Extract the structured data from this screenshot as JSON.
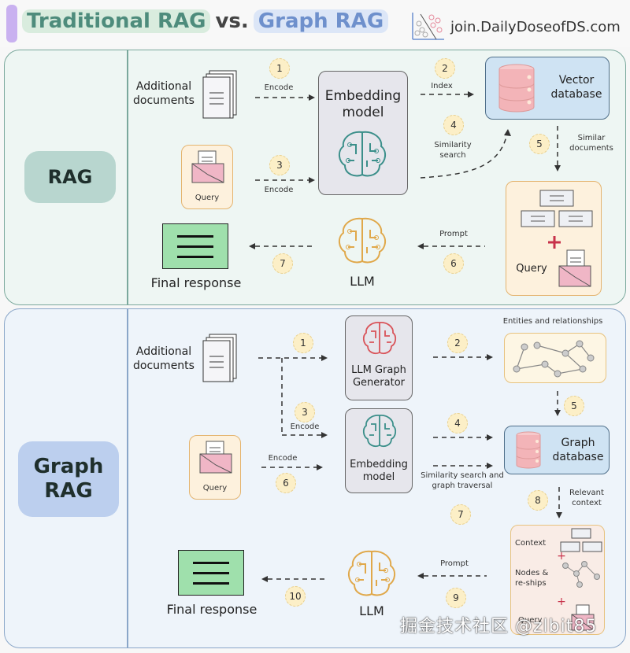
{
  "header": {
    "title_part1": "Traditional RAG",
    "title_vs": "vs.",
    "title_part2": "Graph RAG",
    "brand": "join.DailyDoseofDS.com",
    "colors": {
      "accent_bar": "#c9b1f0",
      "rag": "#4e8c7c",
      "graph_rag": "#6e90cc"
    }
  },
  "rag": {
    "label": "RAG",
    "docs_label": "Additional documents",
    "query_label": "Query",
    "embedding_label": "Embedding model",
    "vector_db_label": "Vector database",
    "llm_label": "LLM",
    "final_label": "Final response",
    "context_query_label": "Query",
    "steps": [
      {
        "num": "1",
        "label": "Encode"
      },
      {
        "num": "2",
        "label": "Index"
      },
      {
        "num": "3",
        "label": "Encode"
      },
      {
        "num": "4",
        "label": "Similarity search"
      },
      {
        "num": "5",
        "label": "Similar documents"
      },
      {
        "num": "6",
        "label": "Prompt"
      },
      {
        "num": "7",
        "label": ""
      }
    ]
  },
  "graph_rag": {
    "label": "Graph RAG",
    "docs_label": "Additional documents",
    "query_label": "Query",
    "generator_label": "LLM Graph Generator",
    "embedding_label": "Embedding model",
    "entities_label": "Entities and relationships",
    "graph_db_label": "Graph database",
    "llm_label": "LLM",
    "final_label": "Final response",
    "context_card": {
      "context": "Context",
      "nodes": "Nodes & re-ships",
      "query": "Query"
    },
    "steps": [
      {
        "num": "1",
        "label": ""
      },
      {
        "num": "2",
        "label": ""
      },
      {
        "num": "3",
        "label": "Encode"
      },
      {
        "num": "4",
        "label": ""
      },
      {
        "num": "5",
        "label": ""
      },
      {
        "num": "6",
        "label": "Encode"
      },
      {
        "num": "7",
        "label": "Similarity search and graph traversal"
      },
      {
        "num": "8",
        "label": "Relevant context"
      },
      {
        "num": "9",
        "label": "Prompt"
      },
      {
        "num": "10",
        "label": ""
      }
    ]
  },
  "watermark": "掘金技术社区 @zlbit85"
}
